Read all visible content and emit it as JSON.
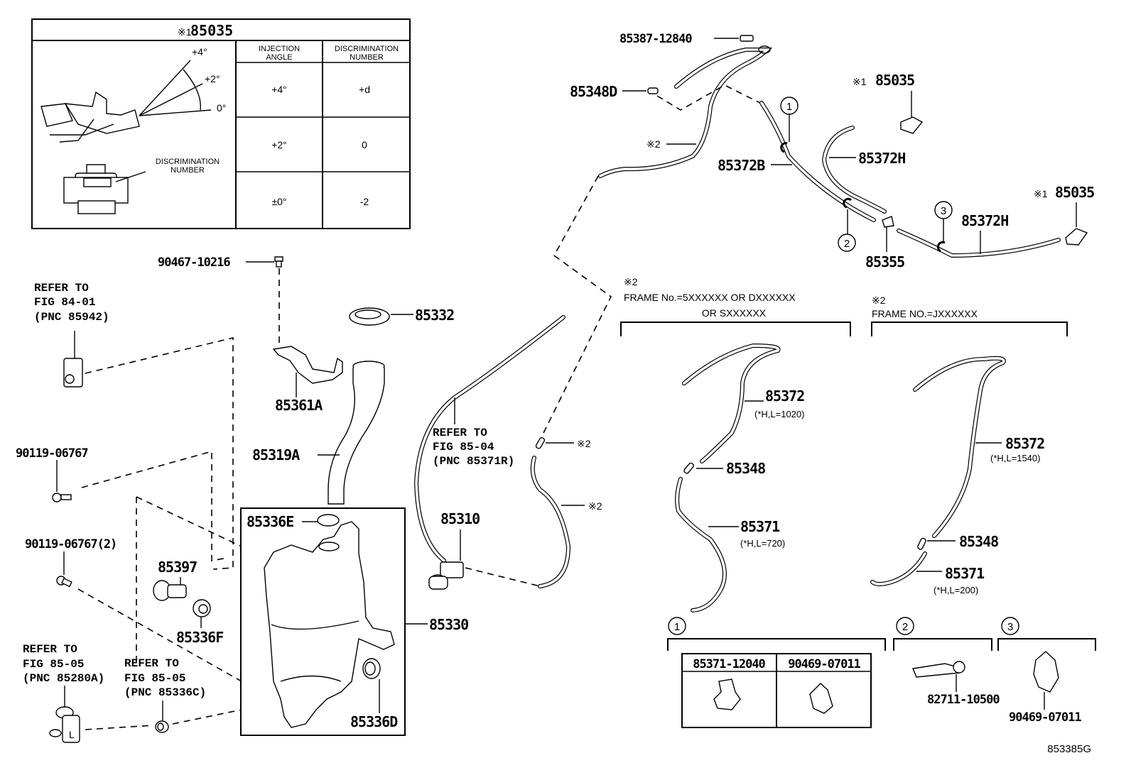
{
  "figure_code": "853385G",
  "nozzle_table": {
    "title_mark": "※1",
    "title_part": "85035",
    "angle_labels": [
      "+4°",
      "+2°",
      "0°"
    ],
    "discrimination_label_line1": "DISCRIMINATION",
    "discrimination_label_line2": "NUMBER",
    "columns": [
      {
        "line1": "INJECTION",
        "line2": "ANGLE"
      },
      {
        "line1": "DISCRIMINATION",
        "line2": "NUMBER"
      }
    ],
    "rows": [
      {
        "angle": "+4°",
        "number": "+d"
      },
      {
        "angle": "+2°",
        "number": "0"
      },
      {
        "angle": "±0°",
        "number": "-2"
      }
    ]
  },
  "left_parts": {
    "bolt_top": "90467-10216",
    "refer_84_01": [
      "REFER TO",
      "FIG 84-01",
      "(PNC 85942)"
    ],
    "bolt_1": "90119-06767",
    "bolt_2": "90119-06767(2)",
    "refer_85_05_a": [
      "REFER TO",
      "FIG 85-05",
      "(PNC 85280A)"
    ],
    "refer_85_05_b": [
      "REFER TO",
      "FIG 85-05",
      "(PNC 85336C)"
    ],
    "motor_letter": "L"
  },
  "center_parts": {
    "cap": "85332",
    "bracket": "85361A",
    "inlet": "85319A",
    "grommet_e": "85336E",
    "lamp": "85397",
    "grommet_f": "85336F",
    "tank": "85330",
    "grommet_d": "85336D",
    "pump": "85310",
    "refer_85_04": [
      "REFER TO",
      "FIG 85-04",
      "(PNC 85371R)"
    ],
    "note_mark_a": "※2",
    "note_mark_b": "※2"
  },
  "top_right_parts": {
    "clamp": "85387-12840",
    "valve_d": "85348D",
    "mark_2": "※2",
    "hose_b": "85372B",
    "hose_h1": "85372H",
    "hose_h2": "85372H",
    "joint": "85355",
    "nozzle_a_mark": "※1",
    "nozzle_a": "85035",
    "nozzle_b_mark": "※1",
    "nozzle_b": "85035",
    "callouts": [
      "1",
      "2",
      "3"
    ]
  },
  "variant_a": {
    "mark": "※2",
    "line1": "FRAME No.=5XXXXXX OR DXXXXXX",
    "line2": "OR SXXXXXX",
    "hose_upper": "85372",
    "hose_upper_note": "(*H,L=1020)",
    "valve": "85348",
    "hose_lower": "85371",
    "hose_lower_note": "(*H,L=720)"
  },
  "variant_b": {
    "mark": "※2",
    "line1": "FRAME NO.=JXXXXXX",
    "hose_upper": "85372",
    "hose_upper_note": "(*H,L=1540)",
    "valve": "85348",
    "hose_lower": "85371",
    "hose_lower_note": "(*H,L=200)"
  },
  "clips": {
    "group1": {
      "callout": "1",
      "parts": [
        "85371-12040",
        "90469-07011"
      ]
    },
    "group2": {
      "callout": "2",
      "part": "82711-10500"
    },
    "group3": {
      "callout": "3",
      "part": "90469-07011"
    }
  }
}
